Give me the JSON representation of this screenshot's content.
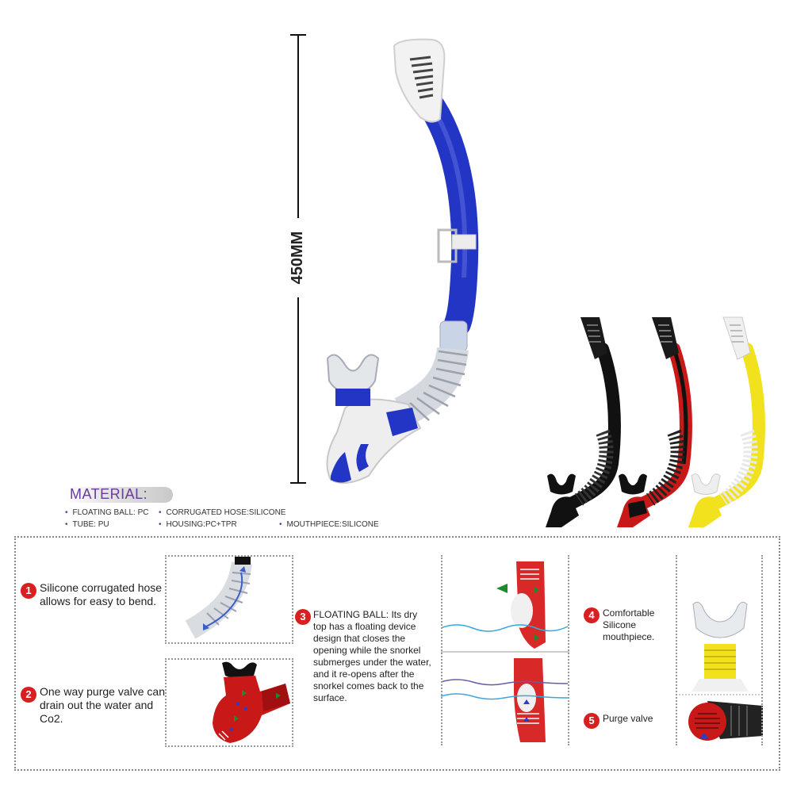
{
  "dimension": {
    "label": "450MM"
  },
  "material": {
    "title": "MATERIAL:",
    "items": [
      "FLOATING BALL: PC",
      "CORRUGATED HOSE:SILICONE",
      "TUBE: PU",
      "HOUSING:PC+TPR",
      "MOUTHPIECE:SILICONE"
    ]
  },
  "colors": {
    "main_tube": "#2235c4",
    "variant_black": "#111111",
    "variant_red": "#c81818",
    "variant_yellow": "#f2e21e",
    "accent_purple": "#6a3c98",
    "badge_red": "#d82020"
  },
  "features": [
    {
      "number": "1",
      "text": "Silicone corrugated hose allows for easy to bend."
    },
    {
      "number": "2",
      "text": "One way purge valve can drain out the water and Co2."
    },
    {
      "number": "3",
      "text": "FLOATING BALL: Its dry top has a floating device design that closes the opening while the snorkel submerges under the water, and it re-opens after the snorkel comes back to the surface."
    },
    {
      "number": "4",
      "text": "Comfortable Silicone mouthpiece."
    },
    {
      "number": "5",
      "text": "Purge valve"
    }
  ]
}
